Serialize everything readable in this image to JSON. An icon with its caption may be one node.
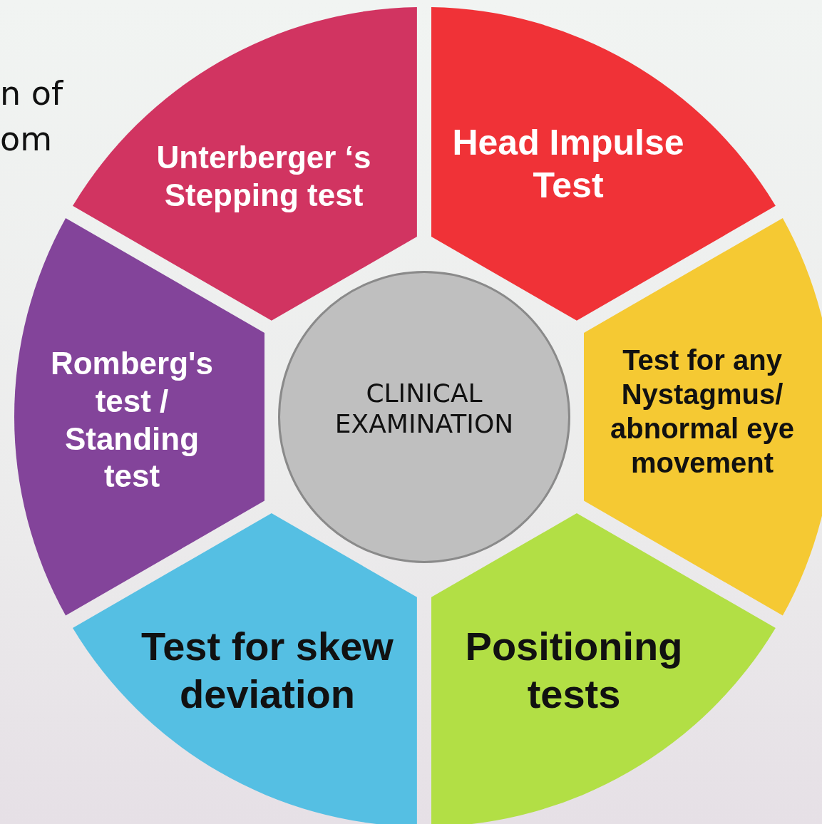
{
  "diagram": {
    "nodes": [
      {
        "text": [
          "Unterberger ‘s Stepping test"
        ]
      },
      {
        "text": [
          "Head Impulse Test"
        ]
      },
      {
        "text": [
          "Romberg's test / Standing test"
        ]
      },
      {
        "text": [
          "CLINICAL EXAMINATION"
        ]
      },
      {
        "text": [
          "Test for any Nystagmus/ abnormal eye movement"
        ]
      },
      {
        "text": [
          "Test for skew deviation"
        ]
      },
      {
        "text": [
          "Positioning tests"
        ]
      }
    ],
    "labels": [
      "n of",
      "om"
    ]
  }
}
